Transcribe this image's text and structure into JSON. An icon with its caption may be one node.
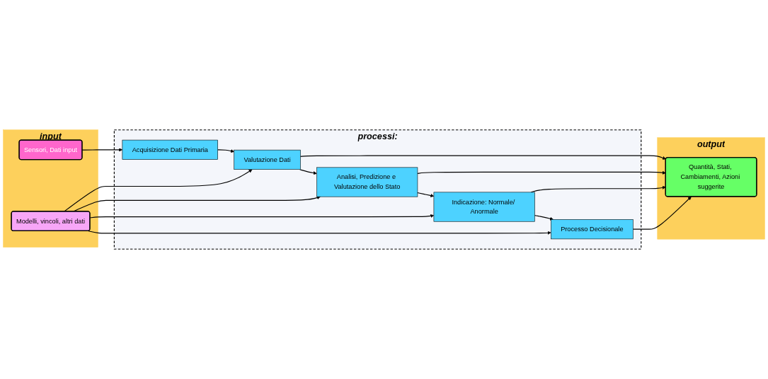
{
  "diagram": {
    "nodes": [
      {
        "text": [
          "input"
        ]
      },
      {
        "text": [
          "Sensori, Dati input"
        ],
        "in": 0
      },
      {
        "text": [
          "Modelli, vincoli, altri dati"
        ],
        "in": 0
      },
      {
        "text": [
          "processi:"
        ]
      },
      {
        "text": [
          "Acquisizione Dati Primaria"
        ],
        "in": 3
      },
      {
        "text": [
          "Valutazione Dati"
        ],
        "in": 3
      },
      {
        "text": [
          "Analisi, Predizione e Valutazione dello Stato"
        ],
        "in": 3
      },
      {
        "text": [
          "Indicazione: Normale/ Anormale"
        ],
        "in": 3
      },
      {
        "text": [
          "Processo Decisionale"
        ],
        "in": 3
      },
      {
        "text": [
          "output"
        ]
      },
      {
        "text": [
          "Quantità, Stati, Cambiamenti, Azioni suggerite"
        ],
        "in": 9
      }
    ],
    "edges": [
      {
        "from": 1,
        "to": 4,
        "arrow": "to"
      },
      {
        "from": 4,
        "to": 5,
        "arrow": "to"
      },
      {
        "from": 5,
        "to": 6,
        "arrow": "to"
      },
      {
        "from": 6,
        "to": 7,
        "arrow": "to"
      },
      {
        "from": 7,
        "to": 8,
        "arrow": "to"
      },
      {
        "from": 2,
        "to": 5,
        "arrow": "to"
      },
      {
        "from": 2,
        "to": 6,
        "arrow": "to"
      },
      {
        "from": 2,
        "to": 7,
        "arrow": "to"
      },
      {
        "from": 2,
        "to": 8,
        "arrow": "to"
      },
      {
        "from": 5,
        "to": 10,
        "arrow": "to"
      },
      {
        "from": 6,
        "to": 10,
        "arrow": "to"
      },
      {
        "from": 7,
        "to": 10,
        "arrow": "to"
      },
      {
        "from": 8,
        "to": 10,
        "arrow": "to"
      }
    ]
  }
}
